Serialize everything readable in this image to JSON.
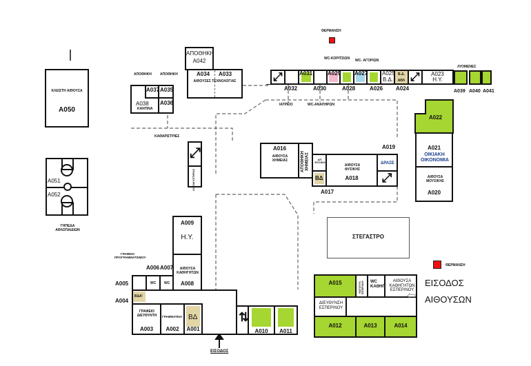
{
  "heating": {
    "label": "ΘΕΡΜΑΝΣΗ",
    "color": "#e11111"
  },
  "colors": {
    "classroom": "#a6d631",
    "storage": "#e2d5a6",
    "wc_girls": "#f6b9cb",
    "wc_boys": "#a9d8ea"
  },
  "left": {
    "a050_name": "ΚΛΕΙΣΤΗ ΑΙΘΟΥΣΑ",
    "a050": "A050",
    "a051": "A051",
    "a052": "A052",
    "courts": "ΓΗΠΕΔΑ ΑΘΛΟΠΑΙΔΙΩΝ"
  },
  "tech": {
    "storage": "ΑΠΟΘΗΚΗ",
    "a042": "A042",
    "a034": "A034",
    "a033": "A033",
    "name": "ΑΙΘΟΥΣΕΣ ΤΕΧΝΟΛΟΓΙΑΣ"
  },
  "canteen": {
    "storage1": "ΑΠΟΘΗΚΗ",
    "storage2": "ΑΠΟΘΗΚΗ",
    "a037": "A037",
    "a035": "A035",
    "a038": "A038",
    "name": "ΚΑΝΤΙΝΑ",
    "a036": "A036",
    "cleaners": "ΚΑΘΑΡΙΣΤΡΙΕΣ",
    "elevator": "ΑΝΕΛΚΥΣΤΗΡΑΣ"
  },
  "top_wing": {
    "wc_girls": "WC-ΚΟΡΙΤΣΙΩΝ",
    "wc_boys": "WC- ΑΓΟΡΙΩΝ",
    "labs": "ΛΥΟΜΕΝΕΣ",
    "a031": "A031",
    "a029": "A029",
    "a027": "A027",
    "a025": "A025",
    "a025_sub": "Β.Δ.",
    "a024_top": "Β.Δ.",
    "a024_sub": "ΑΘΛ",
    "a023": "A023",
    "a023_sub": "Η.Υ.",
    "a032": "A032",
    "a030": "A030",
    "a028": "A028",
    "a026": "A026",
    "a024": "A024",
    "a039": "A039",
    "a040": "A040",
    "a041": "A041",
    "infirmary": "ΙΑΤΡΕΙΟ",
    "wc_disabled": "WC-ΑΝΑΠΗΡΩΝ"
  },
  "east": {
    "a022": "A022",
    "a021": "A021",
    "a021_name": "ΟΙΚΙΑΚΗ ΟΙΚΟΝΟΜΙΑ",
    "a020_name": "ΑΙΘΟΥΣΑ ΜΟΥΣΙΚΗΣ",
    "a020": "A020"
  },
  "science": {
    "a016": "A016",
    "a016_name": "ΑΙΘΟΥΣΑ ΧΗΜΕΙΑΣ",
    "chem_storage": "ΑΠΟΘΗΚΗ ΧΗΜΕΙΑΣ",
    "phys_storage": "ΑΠ. ΦΥΣΙΚΗ",
    "bd": "ΒΔ",
    "a018_name": "ΑΙΘΟΥΣΑ ΦΥΣΙΚΗΣ",
    "a018": "A018",
    "a019": "A019",
    "actions": "ΔΡΑΣΕ",
    "a017": "A017"
  },
  "canopy": "ΣΤΕΓΑΣΤΡΟ",
  "admin": {
    "a009": "A009",
    "a009_sub": "Η.Υ.",
    "a008_name": "ΑΙΘΟΥΣΑ ΚΑΘΗΓΗΤΩΝ",
    "a008": "A008",
    "prog_office": "ΓΡΑΦΕΙΟ ΠΡΟΓΡΑΜΜΑΤΙΣΜΟΥ",
    "a006": "A006",
    "a007": "A007",
    "a005": "A005",
    "wc1": "WC",
    "wc2": "WC",
    "a004": "A004",
    "a004_sub": "ΒΔΑ'",
    "director": "ΓΡΑΦΕΙΟ ΔΙΕΥΘΥΝΤΗ",
    "secretariat": "ΓΡΑΜΜΑΤΕΙΑ",
    "bd": "ΒΔ",
    "a003": "A003",
    "a002": "A002",
    "a001": "A001",
    "a010": "A010",
    "a011": "A011",
    "entrance": "ΕΙΣΟΔΟΣ"
  },
  "evening": {
    "a015": "A015",
    "photocopy": "ΦΩΤΟΤΥΠ. ΕΣΠΕΡΙΝΟΥ",
    "wc_teachers": "WC ΚΑΘΗΓ.",
    "teachers_room": "ΑΙΘΟΥΣΑ ΚΑΘΗΓΗΤΩΝ ΕΣΠΕΡΙΝΟΥ",
    "direction": "ΔΙΕΥΘΥΝΣΗ ΕΣΠΕΡΙΝΟΥ",
    "a012": "A012",
    "a013": "A013",
    "a014": "A014",
    "entrance1": "ΕΙΣΟΔΟΣ",
    "entrance2": "ΑΙΘΟΥΣΩΝ"
  }
}
